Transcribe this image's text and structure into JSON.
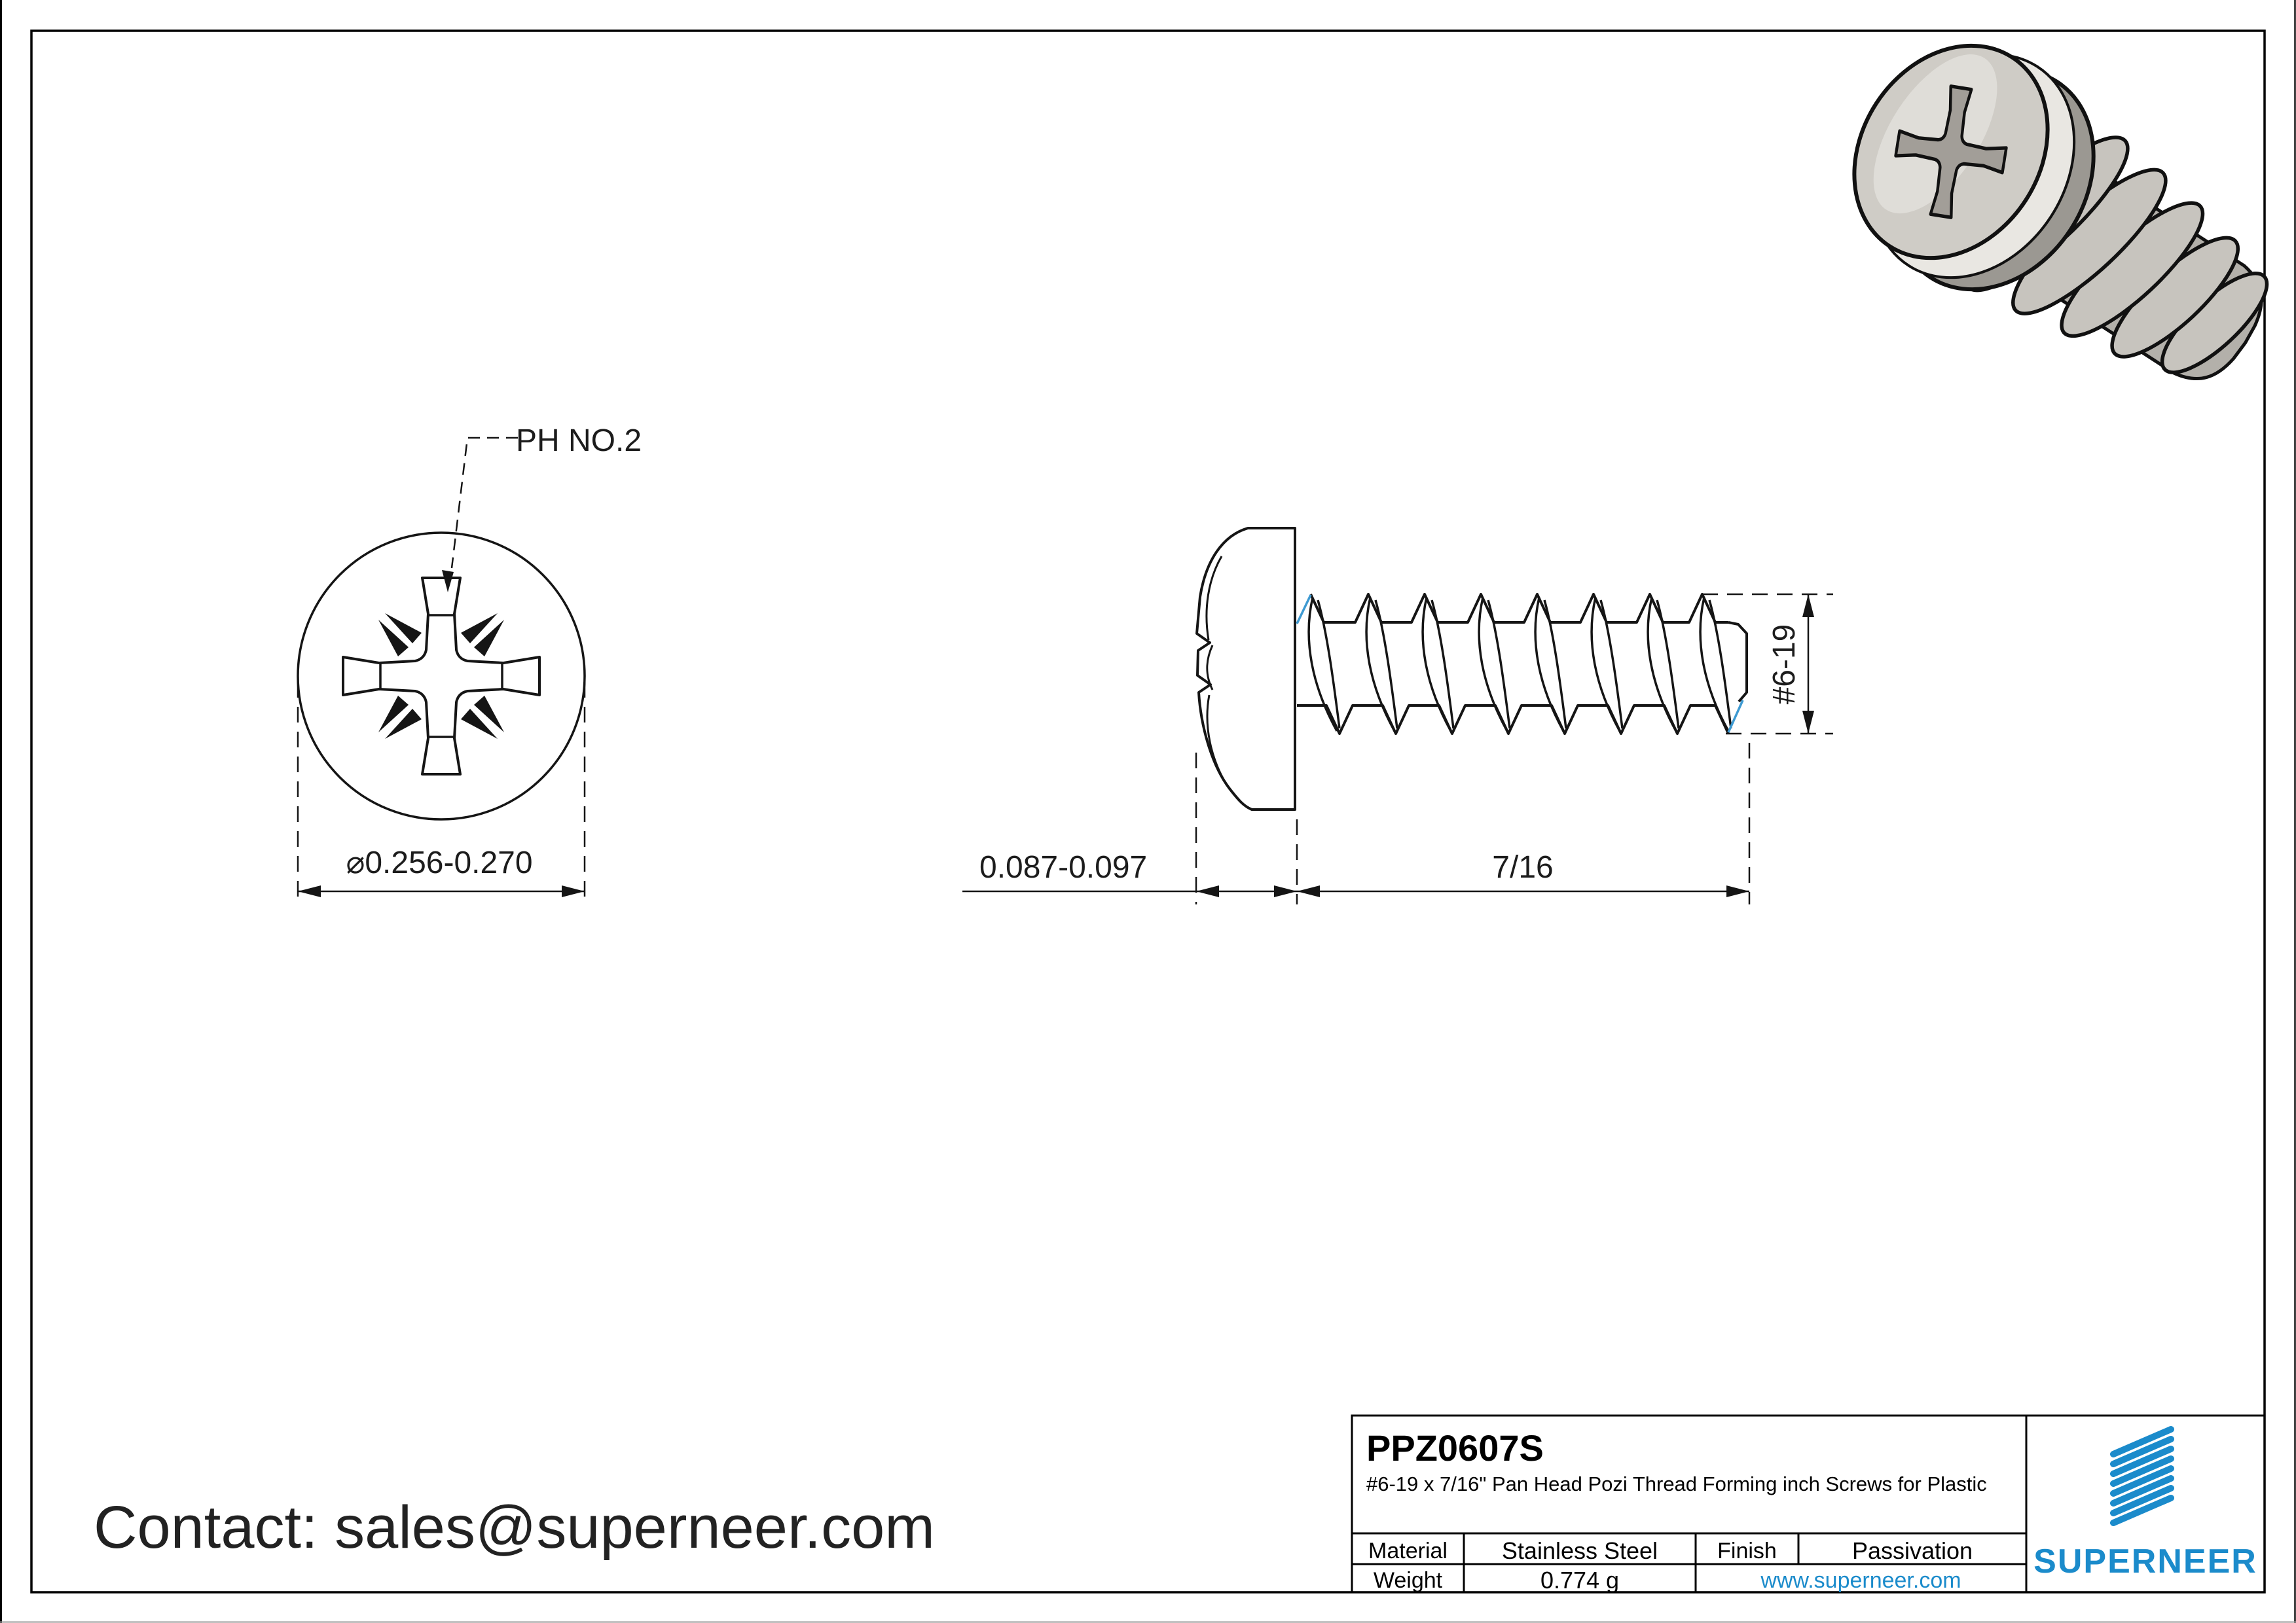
{
  "drawing": {
    "recess_label": "PH NO.2",
    "head_diameter": "⌀0.256-0.270",
    "head_height": "0.087-0.097",
    "length": "7/16",
    "thread_spec": "#6-19"
  },
  "contact": {
    "text": "Contact: sales@superneer.com"
  },
  "title_block": {
    "part_number": "PPZ0607S",
    "description": "#6-19 x 7/16\" Pan Head Pozi Thread Forming inch Screws for Plastic",
    "material_label": "Material",
    "material_value": "Stainless Steel",
    "finish_label": "Finish",
    "finish_value": "Passivation",
    "weight_label": "Weight",
    "weight_value": "0.774 g",
    "website": "www.superneer.com",
    "brand": "SUPERNEER"
  },
  "colors": {
    "accent_blue": "#1B8BCB",
    "drawing_blue": "#3E9AD2",
    "line_black": "#111111"
  }
}
